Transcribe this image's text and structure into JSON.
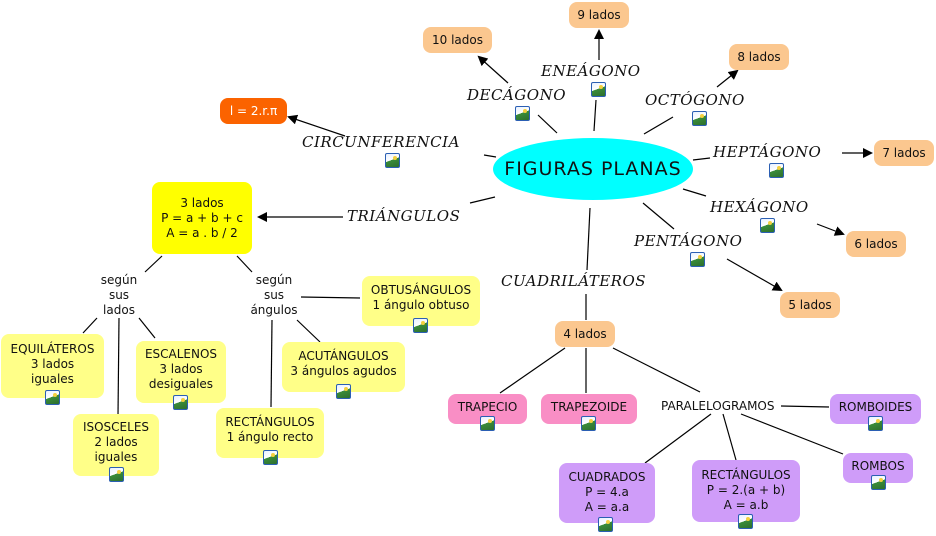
{
  "title": "FIGURAS PLANAS",
  "colors": {
    "center": "#00ffff",
    "peach": "#fbc78f",
    "orange": "#fb6300",
    "yellow": "#ffff00",
    "light_yellow": "#ffff88",
    "pink": "#f98ec5",
    "purple": "#cf9cf9"
  },
  "concepts": {
    "circunferencia": "CIRCUNFERENCIA",
    "decagono": "DECÁGONO",
    "eneagono": "ENEÁGONO",
    "octogono": "OCTÓGONO",
    "heptagono": "HEPTÁGONO",
    "hexagono": "HEXÁGONO",
    "pentagono": "PENTÁGONO",
    "cuadrilateros": "CUADRILÁTEROS",
    "triangulos": "TRIÁNGULOS"
  },
  "sides": {
    "circ": "l = 2.r.π",
    "dec": "10 lados",
    "ene": "9 lados",
    "oct": "8 lados",
    "hep": "7 lados",
    "hex": "6 lados",
    "pen": "5 lados",
    "cua": "4 lados"
  },
  "triangles": {
    "box": [
      "3 lados",
      "P = a + b + c",
      "A = a . b / 2"
    ],
    "by_sides": [
      "según",
      "sus",
      "lados"
    ],
    "by_angles": [
      "según",
      "sus",
      "ángulos"
    ],
    "equilateros": [
      "EQUILÁTEROS",
      "3 lados",
      "iguales"
    ],
    "isosceles": [
      "ISOSCELES",
      "2 lados",
      "iguales"
    ],
    "escalenos": [
      "ESCALENOS",
      "3 lados",
      "desiguales"
    ],
    "obtusangulos": [
      "OBTUSÁNGULOS",
      "1 ángulo obtuso"
    ],
    "acutangulos": [
      "ACUTÁNGULOS",
      "3 ángulos agudos"
    ],
    "rectangulos": [
      "RECTÁNGULOS",
      "1 ángulo recto"
    ]
  },
  "quadrilaterals": {
    "trapecio": "TRAPECIO",
    "trapezoide": "TRAPEZOIDE",
    "paralelogramos": "PARALELOGRAMOS",
    "romboides": "ROMBOIDES",
    "rombos": "ROMBOS",
    "cuadrados": [
      "CUADRADOS",
      "P = 4.a",
      "A = a.a"
    ],
    "rectangulos": [
      "RECTÁNGULOS",
      "P = 2.(a + b)",
      "A = a.b"
    ]
  }
}
